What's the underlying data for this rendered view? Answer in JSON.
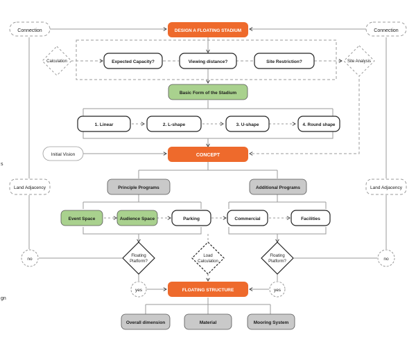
{
  "colors": {
    "orange": "#EE6A2C",
    "green": "#A9D18E",
    "gray": "#C9C9C9",
    "line": "#9A9A9A",
    "text": "#1A1A1A"
  },
  "top": {
    "title": "DESIGN A FLOATING STADIUM",
    "connection_left": "Connection",
    "connection_right": "Connection"
  },
  "questions": {
    "calculation": "Calculation",
    "expected_capacity": "Expected Capacity?",
    "viewing_distance": "Viewing distance?",
    "site_restriction": "Site Restriction?",
    "site_analysis": "Site Analysis"
  },
  "basic_form": {
    "title": "Basic Form of the Stadium",
    "options": [
      "1. Linear",
      "2. L-shape",
      "3. U-shape",
      "4. Round shape"
    ]
  },
  "concept": {
    "initial_vision": "Initial Vision",
    "label": "CONCEPT"
  },
  "programs": {
    "principle": "Principle Programs",
    "additional": "Additional Programs",
    "event_space": "Event Space",
    "audience_space": "Audience Space",
    "parking": "Parking",
    "commercial": "Commercial",
    "facilities": "Facilities"
  },
  "sides": {
    "land_adjacency_left": "Land Adjacency",
    "land_adjacency_right": "Land Adjacency",
    "no_left": "no",
    "no_right": "no"
  },
  "decisions": {
    "floating_left": [
      "Floating",
      "Platform?"
    ],
    "load_calc": [
      "Load",
      "Calculation"
    ],
    "floating_right": [
      "Floating",
      "Platform?"
    ],
    "yes_left": "yes",
    "yes_right": "yes"
  },
  "structure": {
    "label": "FLOATING STRUCTURE",
    "items": [
      "Overall dimension",
      "Material",
      "Mooring System"
    ]
  },
  "margin_text": {
    "left_s": "s",
    "left_gn": "gn"
  }
}
